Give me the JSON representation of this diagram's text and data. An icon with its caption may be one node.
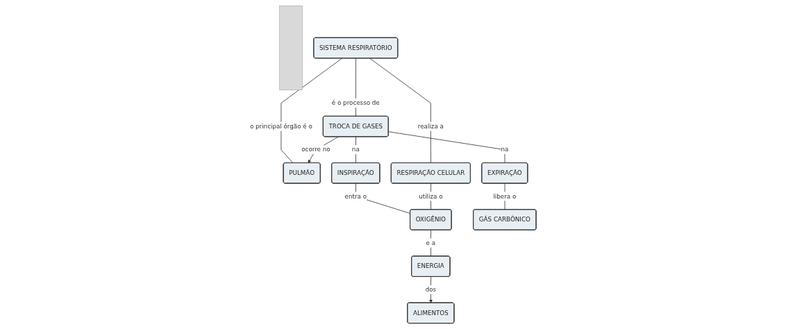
{
  "diagram": {
    "nodes": [
      {
        "text": [],
        "shape": "box"
      },
      {
        "text": [
          "SISTEMA RESPIRATÓRIO"
        ]
      },
      {
        "text": [
          "PULMÃO"
        ]
      },
      {
        "text": [
          "TROCA DE GASES"
        ]
      },
      {
        "text": [
          "RESPIRAÇÃO CELULAR"
        ]
      },
      {
        "text": [
          "INSPIRAÇÃO"
        ]
      },
      {
        "text": [
          "EXPIRAÇÃO"
        ]
      },
      {
        "text": [
          "OXIGÊNIO"
        ]
      },
      {
        "text": [
          "GÁS CARBÔNICO"
        ]
      },
      {
        "text": [
          "ENERGIA"
        ]
      },
      {
        "text": [
          "ALIMENTOS"
        ]
      }
    ],
    "edges": [
      {
        "from": 1,
        "to": 2,
        "arrow": "none",
        "label": "o principal órgão é o"
      },
      {
        "from": 1,
        "to": 3,
        "arrow": "none",
        "label": "é o processo de"
      },
      {
        "from": 1,
        "to": 4,
        "arrow": "none",
        "label": "realiza a"
      },
      {
        "from": 3,
        "to": 2,
        "arrow": "to",
        "label": "ocorre no"
      },
      {
        "from": 3,
        "to": 5,
        "arrow": "none",
        "label": "na"
      },
      {
        "from": 3,
        "to": 6,
        "arrow": "none",
        "label": "na"
      },
      {
        "from": 5,
        "to": 7,
        "arrow": "none",
        "label": "entra o"
      },
      {
        "from": 6,
        "to": 8,
        "arrow": "none",
        "label": "libera o"
      },
      {
        "from": 4,
        "to": 7,
        "arrow": "none",
        "label": "utiliza o"
      },
      {
        "from": 7,
        "to": 9,
        "arrow": "none",
        "label": "e a"
      },
      {
        "from": 9,
        "to": 10,
        "arrow": "to",
        "label": "dos"
      }
    ]
  }
}
